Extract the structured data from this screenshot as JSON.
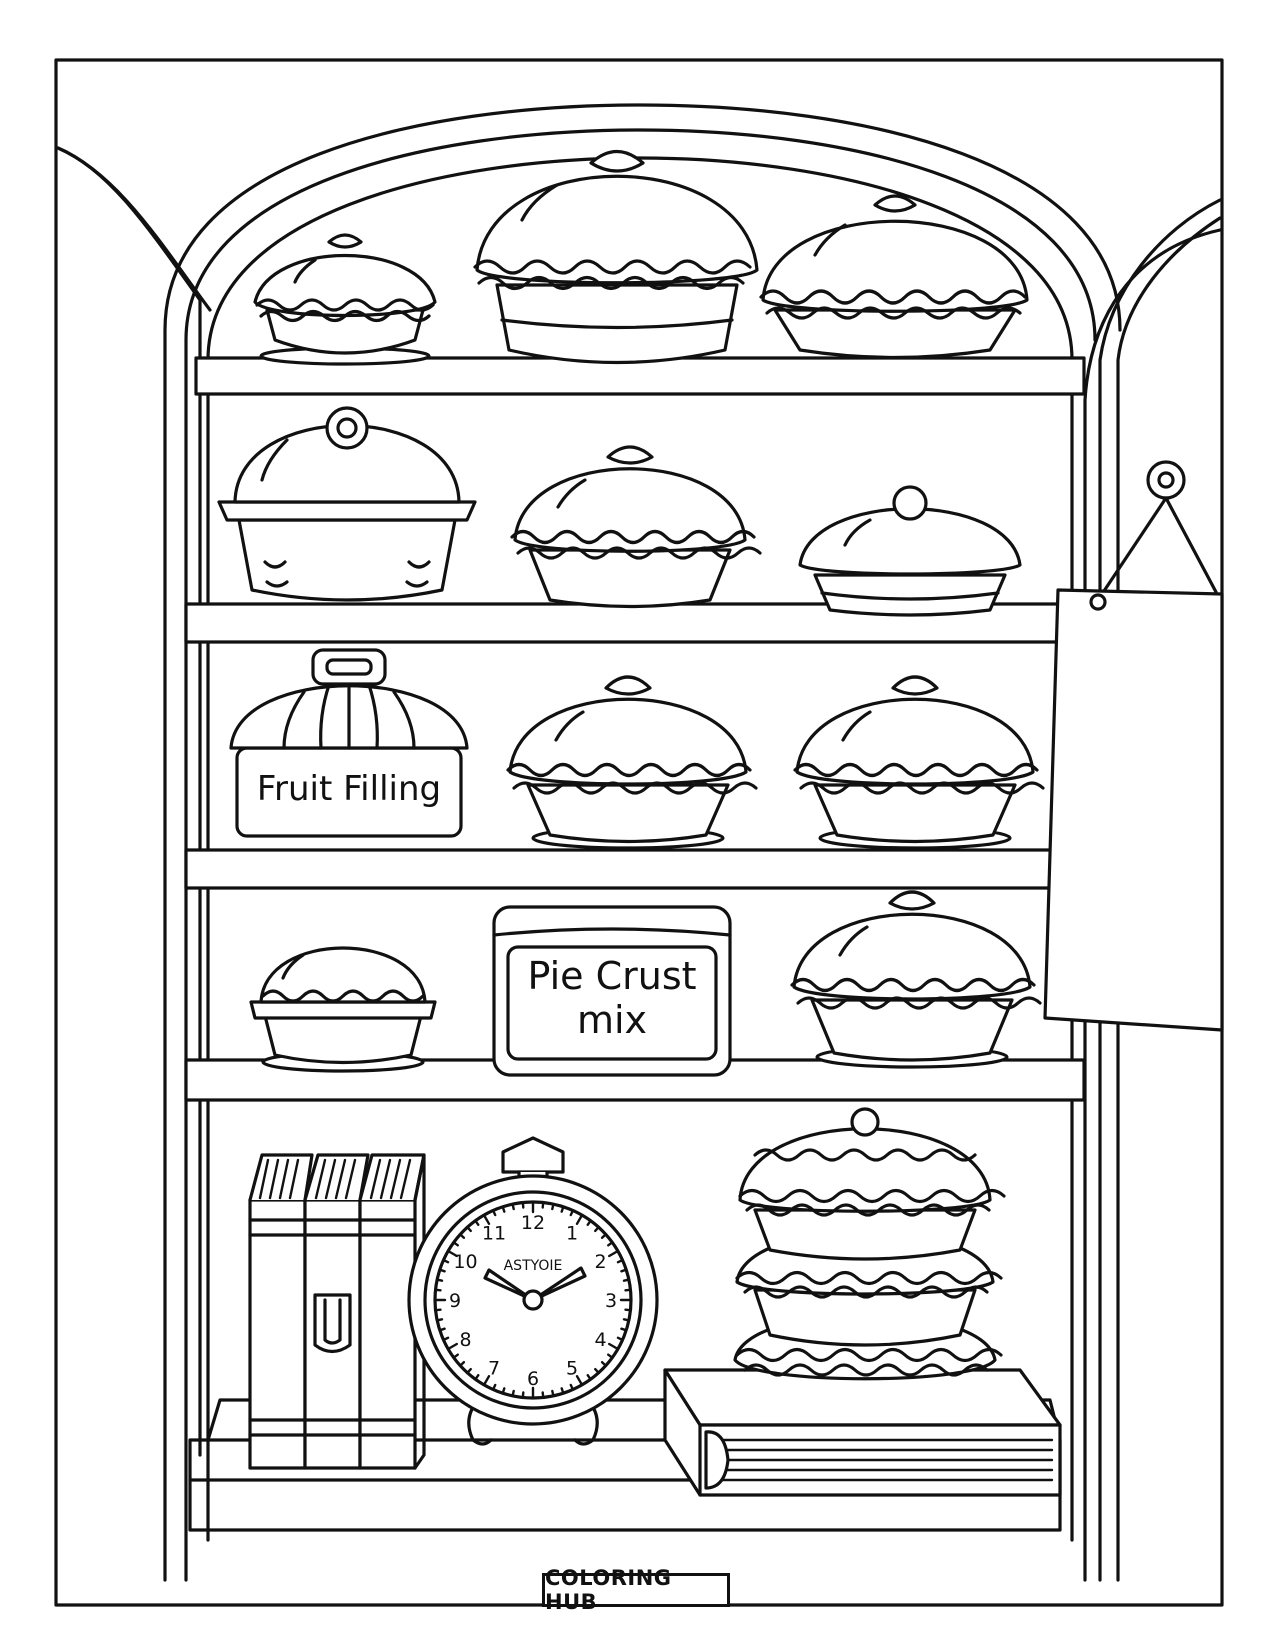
{
  "page": {
    "line_color": "#111111",
    "paper_color": "#ffffff"
  },
  "labels": {
    "fruit_filling": "Fruit Filling",
    "pie_crust_line1": "Pie Crust",
    "pie_crust_line2": "mix"
  },
  "clock": {
    "brand": "ASTYOIE",
    "numbers": [
      "12",
      "1",
      "2",
      "3",
      "4",
      "5",
      "6",
      "7",
      "8",
      "9",
      "10",
      "11"
    ]
  },
  "brand": {
    "name": "COLORING HUB"
  }
}
